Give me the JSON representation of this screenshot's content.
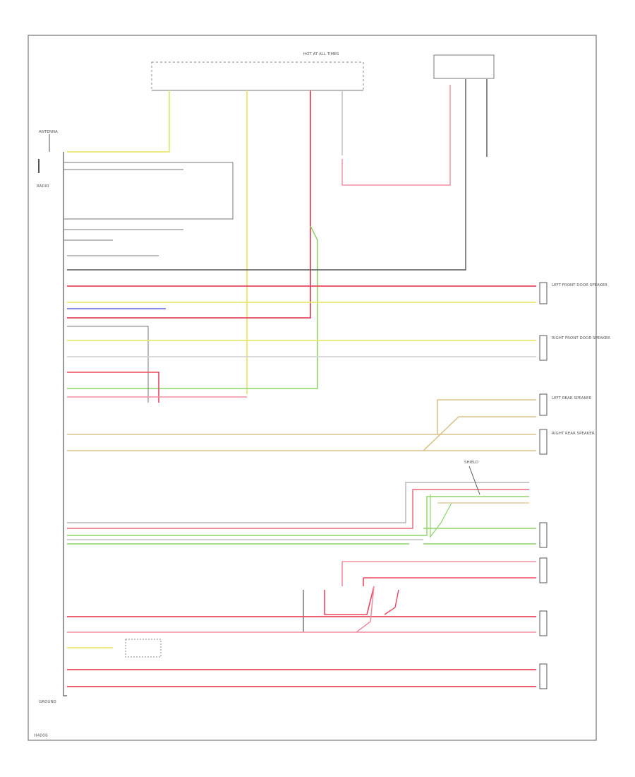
{
  "colors": {
    "red": "#e8485f",
    "pink": "#f090a0",
    "yellow": "#e6e65a",
    "green": "#8fd46a",
    "tan": "#d9c38a",
    "blue": "#6060e0",
    "gray": "#9a9a9a",
    "dark": "#555555",
    "frame": "#777777"
  },
  "footer": {
    "code": "H4006"
  },
  "labels": {
    "hot_at_all_times": "HOT AT ALL TIMES",
    "antenna": "ANTENNA",
    "radio": "RADIO",
    "left_front_door_speaker": "LEFT FRONT DOOR SPEAKER",
    "right_front_door_speaker": "RIGHT FRONT DOOR SPEAKER",
    "left_rear_speaker": "LEFT REAR SPEAKER",
    "right_rear_speaker": "RIGHT REAR SPEAKER",
    "shield": "SHIELD",
    "ground": "GROUND"
  }
}
